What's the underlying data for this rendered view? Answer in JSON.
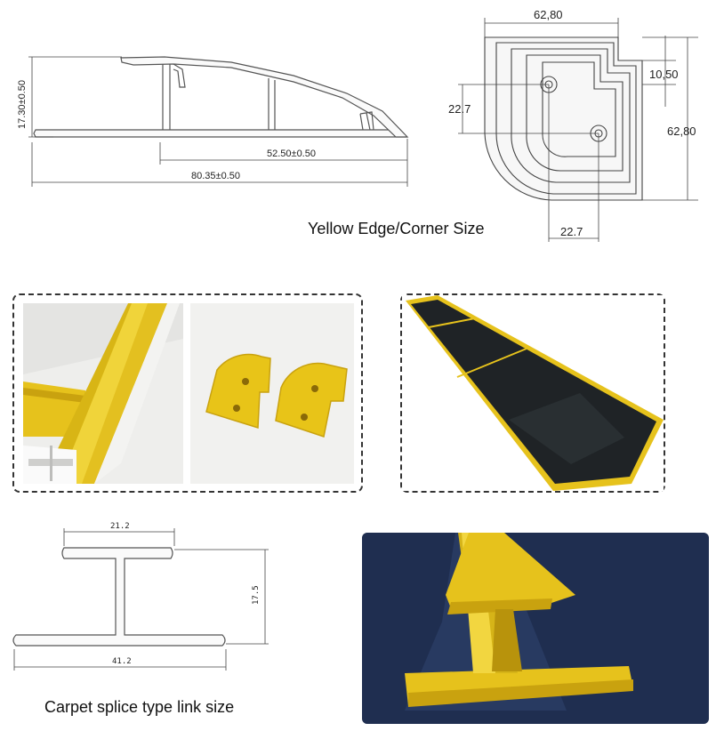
{
  "profile_drawing": {
    "height_label": "17.30±0.50",
    "inner_width_label": "52.50±0.50",
    "total_width_label": "80.35±0.50"
  },
  "corner_drawing": {
    "top_width_label": "62,80",
    "right_height_label": "62,80",
    "notch_label": "10,50",
    "left_offset_label": "22.7",
    "bottom_offset_label": "22.7"
  },
  "captions": {
    "corner_caption": "Yellow Edge/Corner Size",
    "splice_caption": "Carpet splice type link size"
  },
  "splice_drawing": {
    "top_width_label": "21.2",
    "height_label": "17.5",
    "base_width_label": "41.2"
  },
  "colors": {
    "yellow": "#e6c21c",
    "dark_yellow": "#c9a20f",
    "mat_black": "#1f2326",
    "navy": "#1d2b4a"
  }
}
